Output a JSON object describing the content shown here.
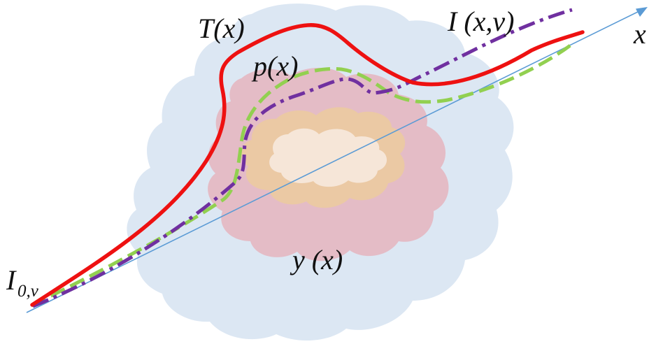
{
  "labels": {
    "x_axis": "x",
    "temperature": "T(x)",
    "pressure": "p(x)",
    "intensity": "I (x,ν)",
    "mole_fraction": "y (x)",
    "source_base": "I",
    "source_sub": "0,ν"
  },
  "colors": {
    "background": "#ffffff",
    "cloud_outer": "#dce7f3",
    "cloud_mid": "#e4bcc6",
    "cloud_inner": "#ebc9a4",
    "cloud_core": "#f6e6d8",
    "axis_line": "#5b9bd5",
    "temperature_curve": "#ee1111",
    "pressure_curve": "#92d050",
    "intensity_curve": "#7030a0"
  }
}
